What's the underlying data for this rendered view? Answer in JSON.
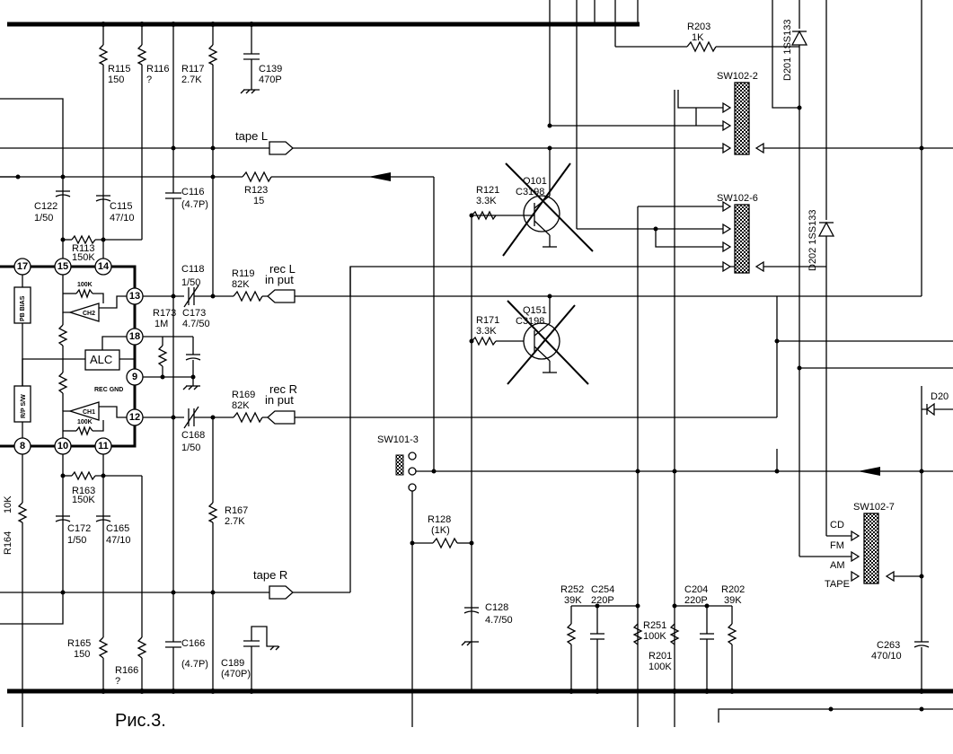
{
  "figure": {
    "caption": "Рис.3."
  },
  "signals": {
    "tape_l": "tape L",
    "tape_r": "tape R",
    "rec_l_1": "rec L",
    "rec_l_2": "in put",
    "rec_r_1": "rec R",
    "rec_r_2": "in put",
    "cd": "CD",
    "fm": "FM",
    "am": "AM",
    "tape": "TAPE"
  },
  "resistors": {
    "r115": {
      "ref": "R115",
      "value": "150"
    },
    "r116": {
      "ref": "R116",
      "value": "?"
    },
    "r117": {
      "ref": "R117",
      "value": "2.7K"
    },
    "r123": {
      "ref": "R123",
      "value": "15"
    },
    "r113": {
      "ref": "R113",
      "value": "150K"
    },
    "r119": {
      "ref": "R119",
      "value": "82K"
    },
    "r173": {
      "ref": "R173",
      "value": "1M"
    },
    "r169": {
      "ref": "R169",
      "value": "82K"
    },
    "r163": {
      "ref": "R163",
      "value": "150K"
    },
    "r164": {
      "ref": "R164",
      "value": "10K"
    },
    "r167": {
      "ref": "R167",
      "value": "2.7K"
    },
    "r165": {
      "ref": "R165",
      "value": "150"
    },
    "r166": {
      "ref": "R166",
      "value": "?"
    },
    "r121": {
      "ref": "R121",
      "value": "3.3K"
    },
    "r171": {
      "ref": "R171",
      "value": "3.3K"
    },
    "r128": {
      "ref": "R128",
      "value": "(1K)"
    },
    "r203": {
      "ref": "R203",
      "value": "1K"
    },
    "r252": {
      "ref": "R252",
      "value": "39K"
    },
    "r251": {
      "ref": "R251",
      "value": "100K"
    },
    "r201": {
      "ref": "R201",
      "value": "100K"
    },
    "r202": {
      "ref": "R202",
      "value": "39K"
    }
  },
  "capacitors": {
    "c139": {
      "ref": "C139",
      "value": "470P"
    },
    "c116": {
      "ref": "C116",
      "value": "(4.7P)"
    },
    "c122": {
      "ref": "C122",
      "value": "1/50"
    },
    "c115": {
      "ref": "C115",
      "value": "47/10"
    },
    "c118": {
      "ref": "C118",
      "value": "1/50"
    },
    "c173": {
      "ref": "C173",
      "value": "4.7/50"
    },
    "c168": {
      "ref": "C168",
      "value": "1/50"
    },
    "c172": {
      "ref": "C172",
      "value": "1/50"
    },
    "c165": {
      "ref": "C165",
      "value": "47/10"
    },
    "c166": {
      "ref": "C166",
      "value": "(4.7P)"
    },
    "c189": {
      "ref": "C189",
      "value": "(470P)"
    },
    "c128": {
      "ref": "C128",
      "value": "4.7/50"
    },
    "c254": {
      "ref": "C254",
      "value": "220P"
    },
    "c204": {
      "ref": "C204",
      "value": "220P"
    },
    "c263": {
      "ref": "C263",
      "value": "470/10"
    }
  },
  "transistors": {
    "q101": {
      "ref": "Q101",
      "value": "C3198"
    },
    "q151": {
      "ref": "Q151",
      "value": "C3198"
    }
  },
  "diodes": {
    "d201": "D201 1SS133",
    "d202": "D202 1SS133",
    "d20x": "D20"
  },
  "switches": {
    "sw102_2": "SW102-2",
    "sw102_6": "SW102-6",
    "sw102_7": "SW102-7",
    "sw101_3": "SW101-3"
  },
  "ic": {
    "pins": [
      "17",
      "15",
      "14",
      "13",
      "18",
      "9",
      "12",
      "8",
      "10",
      "11"
    ],
    "alc": "ALC",
    "pb_bias": "PB BIAS",
    "rp_sw": "R/P S/W",
    "rec_gnd": "REC GND",
    "ch2": "CH2",
    "ch1": "CH1",
    "r100k": "100K"
  }
}
